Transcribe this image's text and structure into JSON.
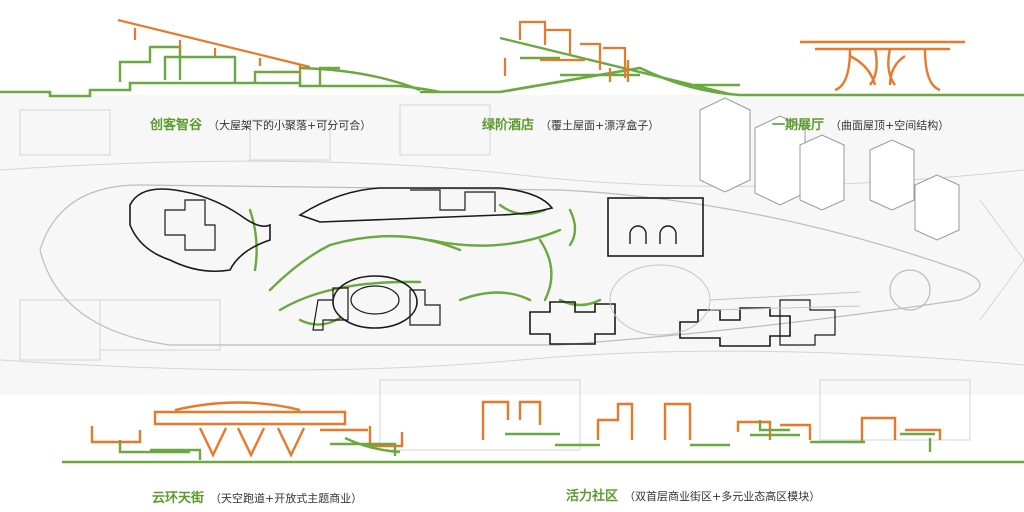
{
  "colors": {
    "green": "#6aa840",
    "orange": "#e8782a",
    "ink": "#1a1a1a",
    "site": "#cfcfcf"
  },
  "captions": [
    {
      "title": "创客智谷",
      "subtitle": "（大屋架下的小聚落+可分可合）"
    },
    {
      "title": "绿阶酒店",
      "subtitle": "（覆土屋面+漂浮盒子）"
    },
    {
      "title": "一期展厅",
      "subtitle": "（曲面屋顶+空间结构）"
    },
    {
      "title": "云环天街",
      "subtitle": "（天空跑道+开放式主题商业）"
    },
    {
      "title": "活力社区",
      "subtitle": "（双首层商业街区+多元业态高区模块）"
    }
  ]
}
